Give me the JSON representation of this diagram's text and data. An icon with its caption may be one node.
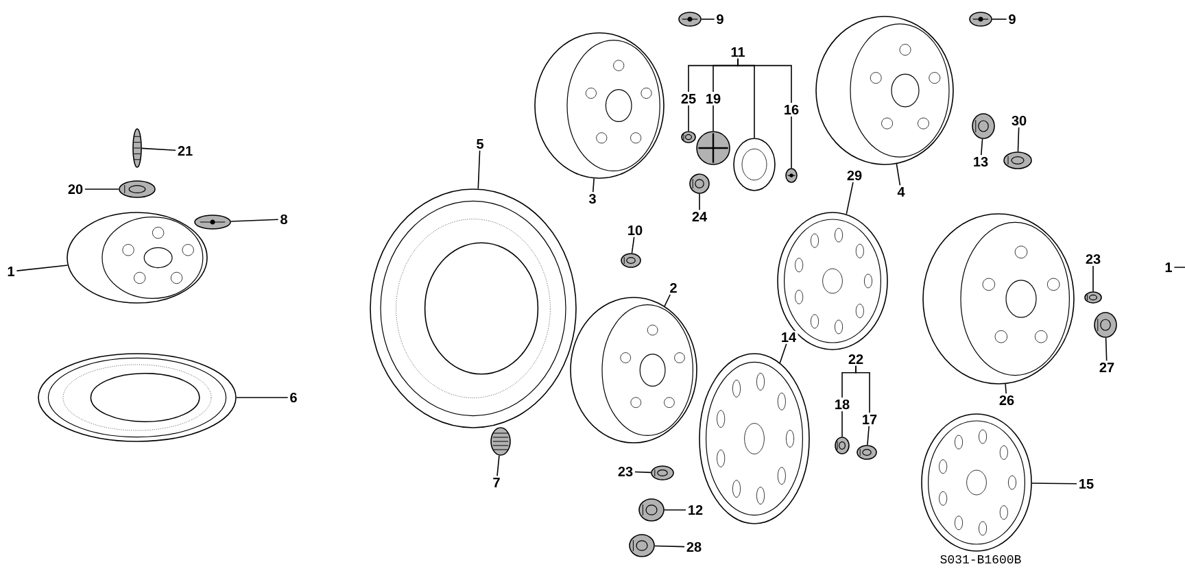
{
  "diagram": {
    "nodes": [
      {
        "text": [
          "21"
        ]
      },
      {
        "text": [],
        "shape": "picture"
      },
      {
        "text": [
          "20"
        ]
      },
      {
        "text": [],
        "shape": "picture"
      },
      {
        "text": [
          "8"
        ]
      },
      {
        "text": [],
        "shape": "picture"
      },
      {
        "text": [
          "1"
        ]
      },
      {
        "text": [],
        "shape": "picture"
      },
      {
        "text": [
          "6"
        ]
      },
      {
        "text": [],
        "shape": "picture"
      },
      {
        "text": [
          "5"
        ]
      },
      {
        "text": [],
        "shape": "picture"
      },
      {
        "text": [
          "9"
        ]
      },
      {
        "text": [],
        "shape": "picture"
      },
      {
        "text": [
          "11"
        ]
      },
      {
        "text": [
          "25"
        ]
      },
      {
        "text": [
          "19"
        ]
      },
      {
        "text": [
          "16"
        ]
      },
      {
        "text": [],
        "shape": "picture"
      },
      {
        "text": [],
        "shape": "picture"
      },
      {
        "text": [],
        "shape": "picture"
      },
      {
        "text": [],
        "shape": "picture"
      },
      {
        "text": [
          "3"
        ]
      },
      {
        "text": [],
        "shape": "picture"
      },
      {
        "text": [
          "24"
        ]
      },
      {
        "text": [],
        "shape": "picture"
      },
      {
        "text": [
          "10"
        ]
      },
      {
        "text": [],
        "shape": "picture"
      },
      {
        "text": [
          "2"
        ]
      },
      {
        "text": [],
        "shape": "picture"
      },
      {
        "text": [
          "9"
        ]
      },
      {
        "text": [],
        "shape": "picture"
      },
      {
        "text": [
          "4"
        ]
      },
      {
        "text": [],
        "shape": "picture"
      },
      {
        "text": [
          "13"
        ]
      },
      {
        "text": [],
        "shape": "picture"
      },
      {
        "text": [
          "30"
        ]
      },
      {
        "text": [],
        "shape": "picture"
      },
      {
        "text": [
          "29"
        ]
      },
      {
        "text": [],
        "shape": "picture"
      },
      {
        "text": [
          "14"
        ]
      },
      {
        "text": [],
        "shape": "picture"
      },
      {
        "text": [
          "23"
        ]
      },
      {
        "text": [],
        "shape": "picture"
      },
      {
        "text": [
          "27"
        ]
      },
      {
        "text": [],
        "shape": "picture"
      },
      {
        "text": [
          "26"
        ]
      },
      {
        "text": [],
        "shape": "picture"
      },
      {
        "text": [
          "1"
        ]
      },
      {
        "text": [
          "22"
        ]
      },
      {
        "text": [
          "18"
        ]
      },
      {
        "text": [
          "17"
        ]
      },
      {
        "text": [],
        "shape": "picture"
      },
      {
        "text": [],
        "shape": "picture"
      },
      {
        "text": [
          "15"
        ]
      },
      {
        "text": [],
        "shape": "picture"
      },
      {
        "text": [
          "7"
        ]
      },
      {
        "text": [],
        "shape": "picture"
      },
      {
        "text": [
          "23"
        ]
      },
      {
        "text": [],
        "shape": "picture"
      },
      {
        "text": [
          "12"
        ]
      },
      {
        "text": [],
        "shape": "picture"
      },
      {
        "text": [
          "28"
        ]
      },
      {
        "text": [],
        "shape": "picture"
      }
    ],
    "edges": [
      {
        "from": 0,
        "to": 1,
        "arrow": "none"
      },
      {
        "from": 2,
        "to": 3,
        "arrow": "none"
      },
      {
        "from": 4,
        "to": 5,
        "arrow": "none"
      },
      {
        "from": 6,
        "to": 7,
        "arrow": "none"
      },
      {
        "from": 8,
        "to": 9,
        "arrow": "none"
      },
      {
        "from": 10,
        "to": 11,
        "arrow": "none"
      },
      {
        "from": 12,
        "to": 13,
        "arrow": "none"
      },
      {
        "from": 14,
        "to": 15,
        "arrow": "none"
      },
      {
        "from": 14,
        "to": 16,
        "arrow": "none"
      },
      {
        "from": 14,
        "to": 20,
        "arrow": "none"
      },
      {
        "from": 14,
        "to": 17,
        "arrow": "none"
      },
      {
        "from": 15,
        "to": 18,
        "arrow": "none"
      },
      {
        "from": 16,
        "to": 19,
        "arrow": "none"
      },
      {
        "from": 17,
        "to": 21,
        "arrow": "none"
      },
      {
        "from": 22,
        "to": 23,
        "arrow": "none"
      },
      {
        "from": 24,
        "to": 25,
        "arrow": "none"
      },
      {
        "from": 26,
        "to": 27,
        "arrow": "none"
      },
      {
        "from": 28,
        "to": 29,
        "arrow": "none"
      },
      {
        "from": 30,
        "to": 31,
        "arrow": "none"
      },
      {
        "from": 32,
        "to": 33,
        "arrow": "none"
      },
      {
        "from": 34,
        "to": 35,
        "arrow": "none"
      },
      {
        "from": 36,
        "to": 37,
        "arrow": "none"
      },
      {
        "from": 38,
        "to": 39,
        "arrow": "none"
      },
      {
        "from": 40,
        "to": 41,
        "arrow": "none"
      },
      {
        "from": 42,
        "to": 43,
        "arrow": "none"
      },
      {
        "from": 44,
        "to": 45,
        "arrow": "none"
      },
      {
        "from": 46,
        "to": 47,
        "arrow": "none"
      },
      {
        "from": 48,
        "to": null,
        "arrow": "none"
      },
      {
        "from": 49,
        "to": 50,
        "arrow": "none"
      },
      {
        "from": 49,
        "to": 51,
        "arrow": "none"
      },
      {
        "from": 50,
        "to": 52,
        "arrow": "none"
      },
      {
        "from": 51,
        "to": 53,
        "arrow": "none"
      },
      {
        "from": 54,
        "to": 55,
        "arrow": "none"
      },
      {
        "from": 56,
        "to": 57,
        "arrow": "none"
      },
      {
        "from": 58,
        "to": 59,
        "arrow": "none"
      },
      {
        "from": 60,
        "to": 61,
        "arrow": "none"
      },
      {
        "from": 62,
        "to": 63,
        "arrow": "none"
      }
    ],
    "labels": [
      "S031-B1600B"
    ]
  }
}
